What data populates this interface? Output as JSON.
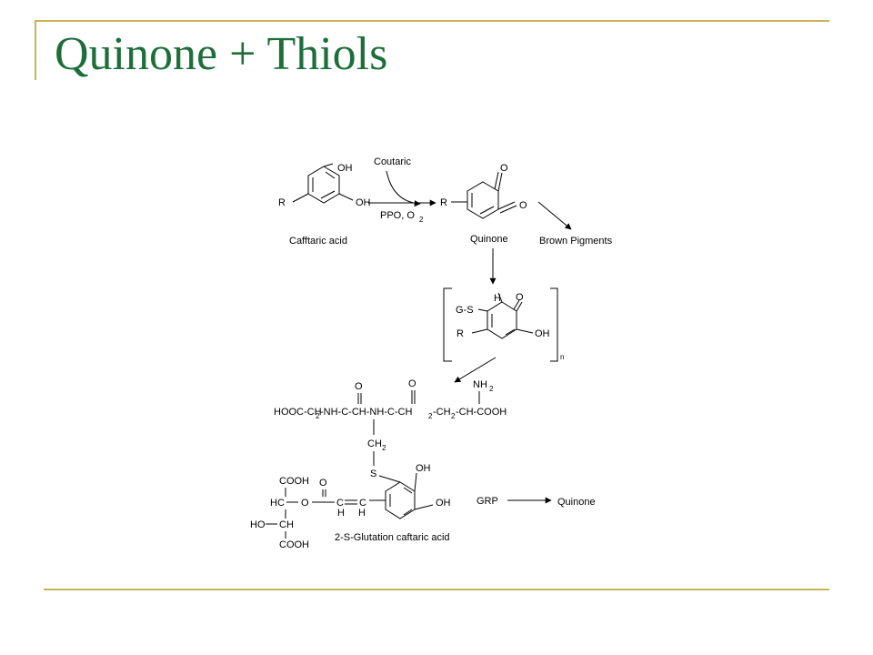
{
  "title": "Quinone + Thiols",
  "colors": {
    "title": "#1e6e3a",
    "accent_lines": "#c8b35a",
    "ink": "#000000"
  },
  "labels": {
    "R": "R",
    "OH": "OH",
    "O": "O",
    "H": "H",
    "caftaric_acid": "Cafftaric acid",
    "coutaric": "Coutaric",
    "ppo_o2": "PPO, O",
    "sub_2": "2",
    "quinone": "Quinone",
    "brown_pigments": "Brown Pigments",
    "gs": "G-S",
    "n": "n",
    "nh2": "NH",
    "glu_a": "HOOC-CH",
    "glu_b": "-NH-C-CH-NH-C-CH",
    "glu_c": "-CH",
    "glu_d": "-CH-COOH",
    "ch2": "CH",
    "S": "S",
    "cooh": "COOH",
    "hc": "HC",
    "o_link": "O",
    "c_double": "C",
    "ho": "HO",
    "ch": "CH",
    "glutation_caftaric": "2-S-Glutation caftaric acid",
    "grp": "GRP"
  }
}
